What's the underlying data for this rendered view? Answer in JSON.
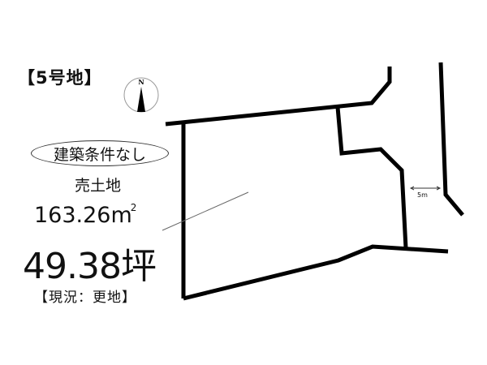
{
  "header": {
    "lot_number": "【5号地】"
  },
  "compass": {
    "label": "N",
    "icon": "north-arrow-icon"
  },
  "info": {
    "condition": "建築条件なし",
    "type": "売土地",
    "area_sqm": "163.26",
    "area_sqm_unit": "m",
    "area_sqm_sup": "2",
    "area_tsubo": "49.38坪",
    "status": "【現況：更地】"
  },
  "plan": {
    "scale_label": "5m",
    "line_color": "#000000"
  }
}
